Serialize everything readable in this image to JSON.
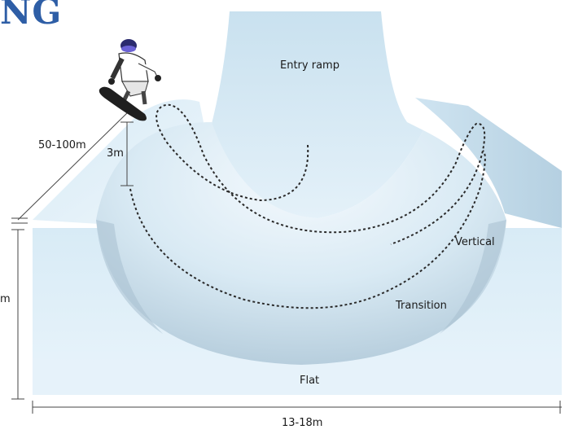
{
  "title_fragment": "NG",
  "labels": {
    "entry_ramp": "Entry ramp",
    "vertical": "Vertical",
    "transition": "Transition",
    "flat": "Flat",
    "length": "50-100m",
    "vert_height": "3m",
    "width": "13-18m",
    "wall_height_partial": "m"
  },
  "colors": {
    "snow_light": "#e8f3fa",
    "snow_mid": "#c7e0ee",
    "snow_shadow": "#9fb9cc",
    "title": "#2e5ea6",
    "line": "#333333"
  }
}
